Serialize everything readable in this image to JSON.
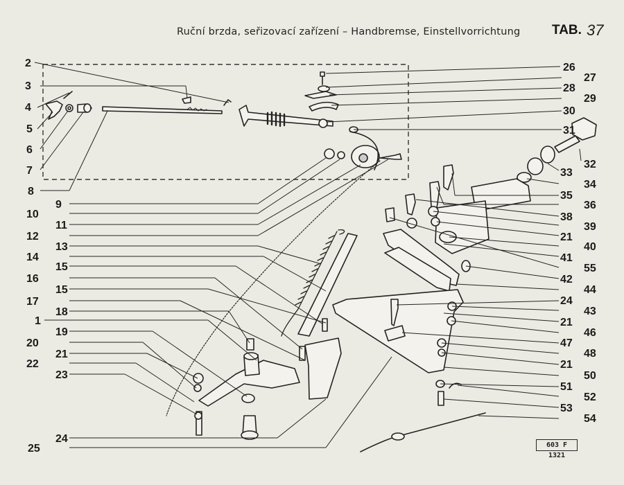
{
  "header": {
    "caption": "Ruční brzda, seřizovací zařízení – Handbremse, Einstellvorrichtung",
    "tab_label": "TAB.",
    "tab_number": "37"
  },
  "stamp": "603 F 1321",
  "left_callouts": [
    "2",
    "3",
    "4",
    "5",
    "6",
    "7",
    "8",
    "9",
    "10",
    "11",
    "12",
    "13",
    "14",
    "15",
    "16",
    "15",
    "17",
    "18",
    "1",
    "19",
    "20",
    "21",
    "22",
    "23",
    "24",
    "25"
  ],
  "right_callouts": [
    "26",
    "27",
    "28",
    "29",
    "30",
    "31",
    "32",
    "33",
    "34",
    "35",
    "36",
    "38",
    "39",
    "21",
    "40",
    "41",
    "55",
    "42",
    "44",
    "24",
    "43",
    "21",
    "46",
    "47",
    "48",
    "21",
    "50",
    "51",
    "52",
    "53",
    "54"
  ],
  "colors": {
    "paper": "#ecebe3",
    "ink": "#1d1d1d",
    "part_fill": "#f3f2ec"
  }
}
